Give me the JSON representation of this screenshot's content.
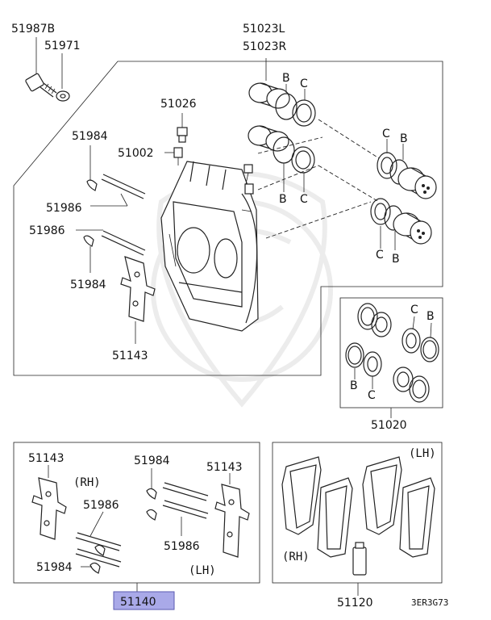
{
  "part_labels": {
    "p51987B": "51987B",
    "p51971": "51971",
    "p51023L": "51023L",
    "p51023R": "51023R",
    "p51026": "51026",
    "p51984_a": "51984",
    "p51002": "51002",
    "p51986_a": "51986",
    "p51986_b": "51986",
    "p51984_b": "51984",
    "p51143_a": "51143",
    "p51020": "51020",
    "p51143_b": "51143",
    "p51984_c": "51984",
    "p51143_c": "51143",
    "p51986_c": "51986",
    "p51986_d": "51986",
    "p51984_d": "51984",
    "p51120": "51120",
    "highlighted_part": "51140"
  },
  "callouts": {
    "b1": "B",
    "c1": "C",
    "b2": "B",
    "c2": "C",
    "c3": "C",
    "b3": "B",
    "c4": "C",
    "b4": "B",
    "c5": "C",
    "b5": "B",
    "b6": "B",
    "c6": "C"
  },
  "side_labels": {
    "rh_kit": "(RH)",
    "lh_kit": "(LH)",
    "lh_pad": "(LH)",
    "rh_pad": "(RH)"
  },
  "diagram_code": "3ER3G73",
  "colors": {
    "highlight_fill": "#a9a9e8",
    "highlight_border": "#5a5ab0",
    "line": "#222222"
  }
}
